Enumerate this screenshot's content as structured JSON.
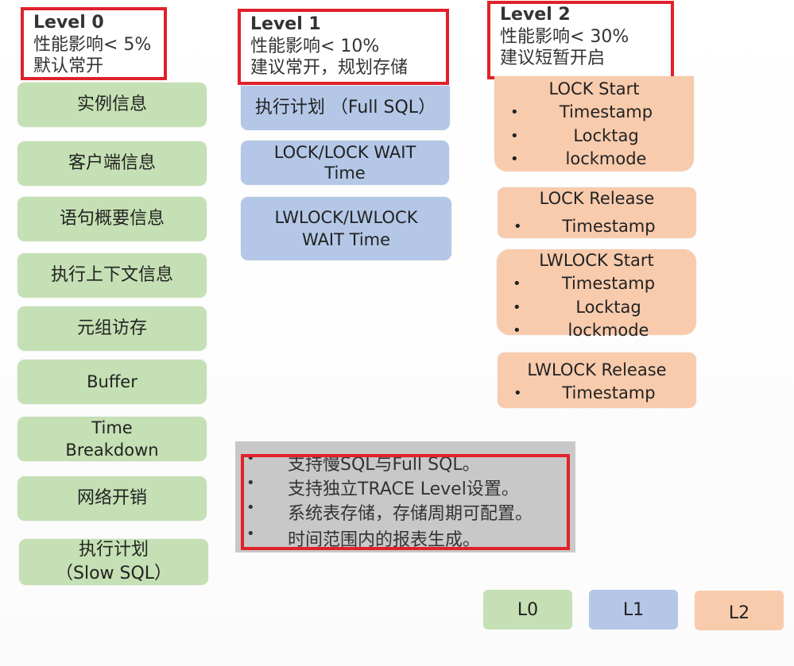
{
  "levels": [
    {
      "title": "Level 0",
      "lines": [
        "性能影响< 5%",
        "默认常开"
      ]
    },
    {
      "title": "Level 1",
      "lines": [
        "性能影响< 10%",
        "建议常开，规划存储"
      ]
    },
    {
      "title": "Level 2",
      "lines": [
        "性能影响< 30%",
        "建议短暂开启"
      ]
    }
  ],
  "level0_items": [
    "实例信息",
    "客户端信息",
    "语句概要信息",
    "执行上下文信息",
    "元组访存",
    "Buffer",
    "Time Breakdown",
    "网络开销",
    "执行计划（Slow SQL）"
  ],
  "level1_items": [
    "执行计划 （Full SQL）",
    "LOCK/LOCK WAIT Time",
    "LWLOCK/LWLOCK WAIT Time"
  ],
  "level2_groups": [
    {
      "header": "LOCK Start",
      "bullets": [
        "Timestamp",
        "Locktag",
        "lockmode"
      ]
    },
    {
      "header": "LOCK Release",
      "bullets": [
        "Timestamp"
      ]
    },
    {
      "header": "LWLOCK Start",
      "bullets": [
        "Timestamp",
        "Locktag",
        "lockmode"
      ]
    },
    {
      "header": "LWLOCK Release",
      "bullets": [
        "Timestamp"
      ]
    }
  ],
  "notes": [
    "支持慢SQL与Full SQL。",
    "支持独立TRACE Level设置。",
    "系统表存储，存储周期可配置。",
    "时间范围内的报表生成。"
  ],
  "legend": [
    {
      "label": "L0",
      "color": "#c5e0b4"
    },
    {
      "label": "L1",
      "color": "#b4c7e7"
    },
    {
      "label": "L2",
      "color": "#f8cbad"
    }
  ],
  "colors": {
    "level0": "#c5e0b4",
    "level1": "#b4c7e7",
    "level2": "#f8cbad",
    "highlight": "#e0212b",
    "notes_bg": "#c8c8c8"
  },
  "bullet_glyph": "•"
}
